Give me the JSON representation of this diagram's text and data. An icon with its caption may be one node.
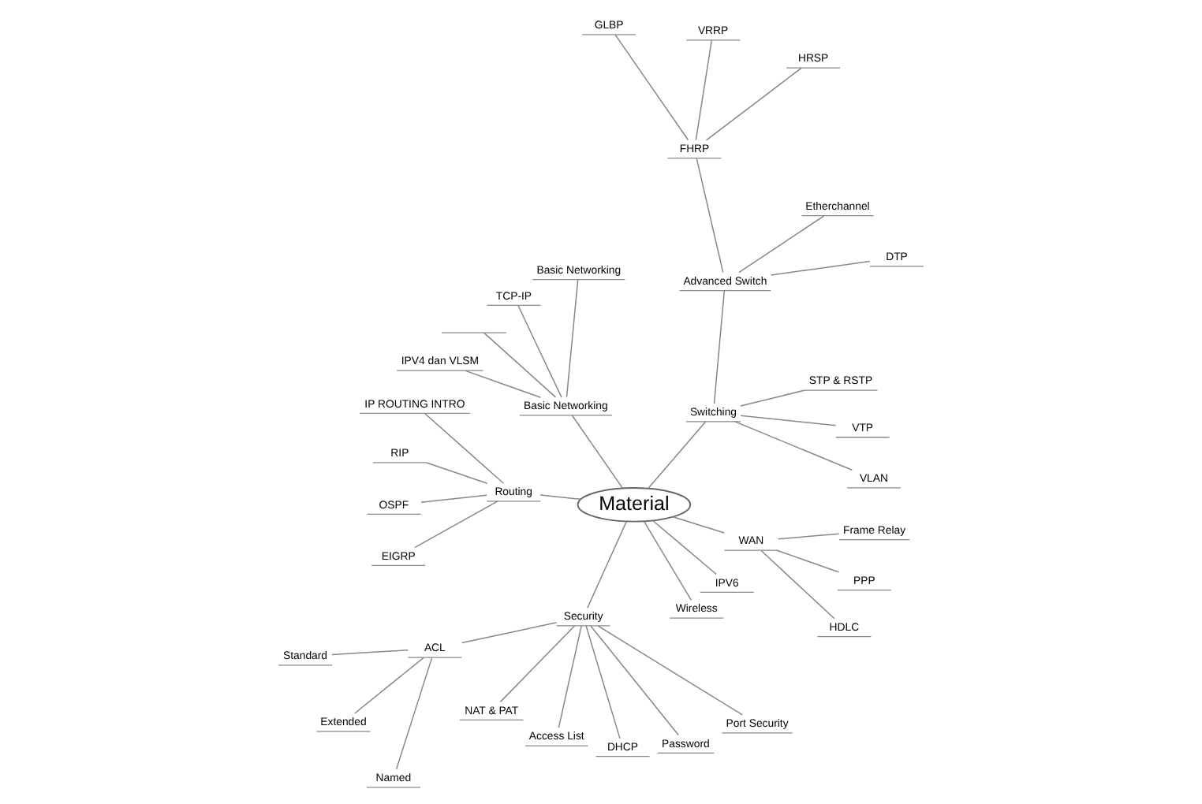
{
  "diagram": {
    "nodes": [
      {
        "text": [
          "Material"
        ]
      },
      {
        "text": [
          "Switching"
        ]
      },
      {
        "text": [
          "VLAN"
        ]
      },
      {
        "text": [
          "VTP"
        ]
      },
      {
        "text": [
          "STP & RSTP"
        ]
      },
      {
        "text": [
          "Advanced Switch"
        ]
      },
      {
        "text": [
          "DTP"
        ]
      },
      {
        "text": [
          "Etherchannel"
        ]
      },
      {
        "text": [
          "FHRP"
        ]
      },
      {
        "text": [
          "HRSP"
        ]
      },
      {
        "text": [
          "VRRP"
        ]
      },
      {
        "text": [
          "GLBP"
        ]
      },
      {
        "text": [
          "Basic Networking"
        ]
      },
      {
        "text": [
          "Basic Networking"
        ]
      },
      {
        "text": [
          "TCP-IP"
        ]
      },
      {
        "text": [],
        "shape": "line"
      },
      {
        "text": [
          "IPV4 dan VLSM"
        ]
      },
      {
        "text": [
          "Routing"
        ]
      },
      {
        "text": [
          "IP ROUTING INTRO"
        ]
      },
      {
        "text": [
          "RIP"
        ]
      },
      {
        "text": [
          "OSPF"
        ]
      },
      {
        "text": [
          "EIGRP"
        ]
      },
      {
        "text": [
          "Security"
        ]
      },
      {
        "text": [
          "ACL"
        ]
      },
      {
        "text": [
          "Standard"
        ]
      },
      {
        "text": [
          "Extended"
        ]
      },
      {
        "text": [
          "Named"
        ]
      },
      {
        "text": [
          "NAT & PAT"
        ]
      },
      {
        "text": [
          "Access List"
        ]
      },
      {
        "text": [
          "DHCP"
        ]
      },
      {
        "text": [
          "Password"
        ]
      },
      {
        "text": [
          "Port Security"
        ]
      },
      {
        "text": [
          "Wireless"
        ]
      },
      {
        "text": [
          "IPV6"
        ]
      },
      {
        "text": [
          "WAN"
        ]
      },
      {
        "text": [
          "HDLC"
        ]
      },
      {
        "text": [
          "PPP"
        ]
      },
      {
        "text": [
          "Frame Relay"
        ]
      }
    ],
    "edges": [
      {
        "from": 0,
        "to": 1,
        "arrow": "none"
      },
      {
        "from": 1,
        "to": 2,
        "arrow": "none"
      },
      {
        "from": 1,
        "to": 3,
        "arrow": "none"
      },
      {
        "from": 1,
        "to": 4,
        "arrow": "none"
      },
      {
        "from": 1,
        "to": 5,
        "arrow": "none"
      },
      {
        "from": 5,
        "to": 6,
        "arrow": "none"
      },
      {
        "from": 5,
        "to": 7,
        "arrow": "none"
      },
      {
        "from": 5,
        "to": 8,
        "arrow": "none"
      },
      {
        "from": 8,
        "to": 9,
        "arrow": "none"
      },
      {
        "from": 8,
        "to": 10,
        "arrow": "none"
      },
      {
        "from": 8,
        "to": 11,
        "arrow": "none"
      },
      {
        "from": 0,
        "to": 12,
        "arrow": "none"
      },
      {
        "from": 12,
        "to": 13,
        "arrow": "none"
      },
      {
        "from": 12,
        "to": 14,
        "arrow": "none"
      },
      {
        "from": 12,
        "to": 15,
        "arrow": "none"
      },
      {
        "from": 12,
        "to": 16,
        "arrow": "none"
      },
      {
        "from": 0,
        "to": 17,
        "arrow": "none"
      },
      {
        "from": 17,
        "to": 18,
        "arrow": "none"
      },
      {
        "from": 17,
        "to": 19,
        "arrow": "none"
      },
      {
        "from": 17,
        "to": 20,
        "arrow": "none"
      },
      {
        "from": 17,
        "to": 21,
        "arrow": "none"
      },
      {
        "from": 0,
        "to": 22,
        "arrow": "none"
      },
      {
        "from": 22,
        "to": 23,
        "arrow": "none"
      },
      {
        "from": 23,
        "to": 24,
        "arrow": "none"
      },
      {
        "from": 23,
        "to": 25,
        "arrow": "none"
      },
      {
        "from": 23,
        "to": 26,
        "arrow": "none"
      },
      {
        "from": 22,
        "to": 27,
        "arrow": "none"
      },
      {
        "from": 22,
        "to": 28,
        "arrow": "none"
      },
      {
        "from": 22,
        "to": 29,
        "arrow": "none"
      },
      {
        "from": 22,
        "to": 30,
        "arrow": "none"
      },
      {
        "from": 22,
        "to": 31,
        "arrow": "none"
      },
      {
        "from": 0,
        "to": 32,
        "arrow": "none"
      },
      {
        "from": 0,
        "to": 33,
        "arrow": "none"
      },
      {
        "from": 0,
        "to": 34,
        "arrow": "none"
      },
      {
        "from": 34,
        "to": 35,
        "arrow": "none"
      },
      {
        "from": 34,
        "to": 36,
        "arrow": "none"
      },
      {
        "from": 34,
        "to": 37,
        "arrow": "none"
      }
    ]
  }
}
